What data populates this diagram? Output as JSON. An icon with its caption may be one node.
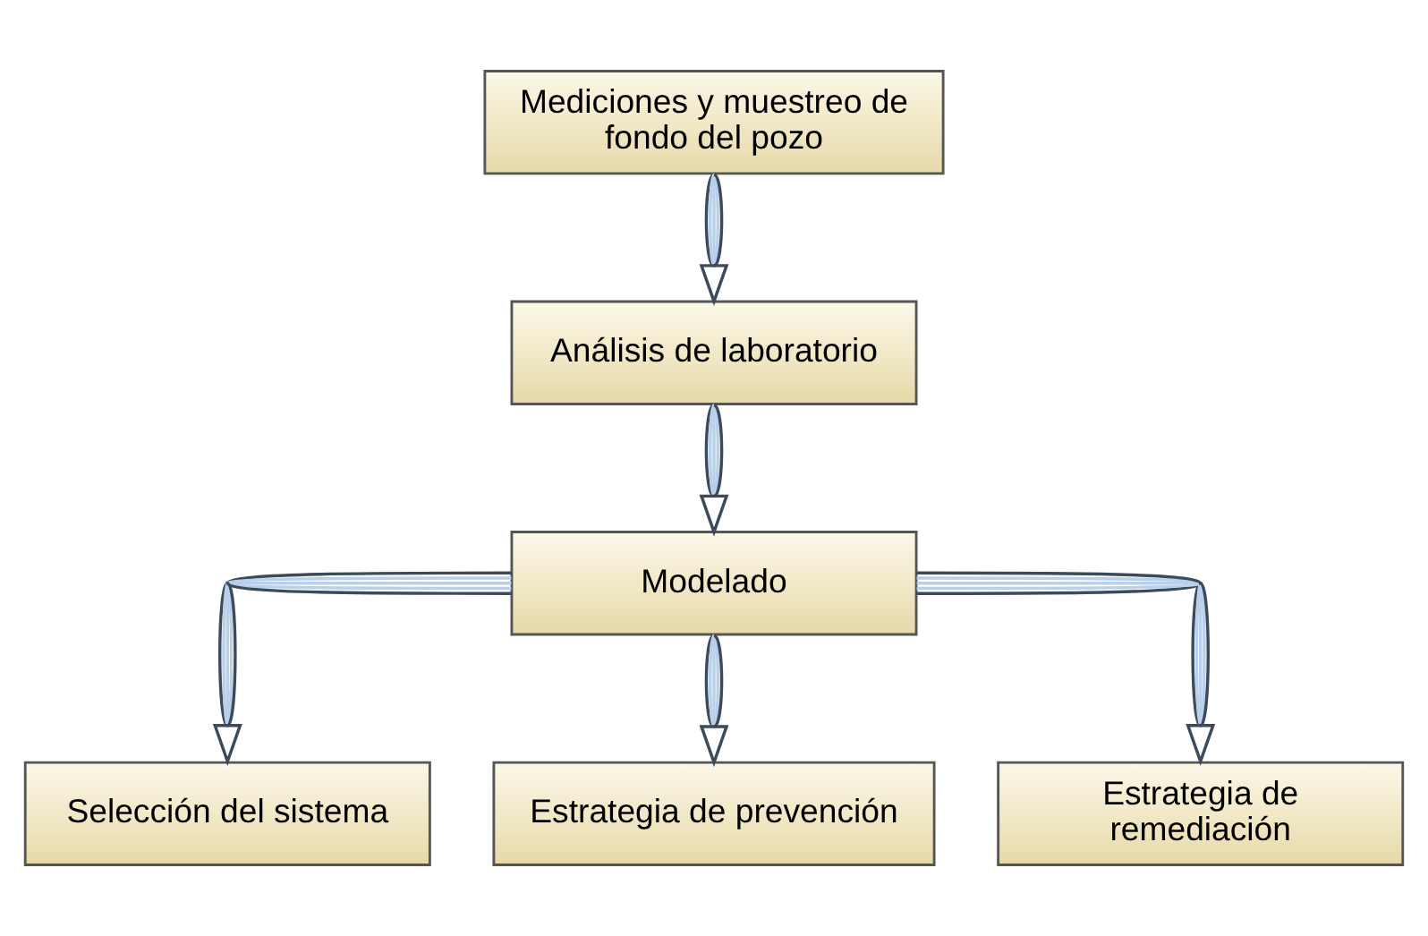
{
  "diagram": {
    "nodes": [
      {
        "text": [
          "Mediciones y muestreo de fondo del pozo"
        ]
      },
      {
        "text": [
          "Análisis de laboratorio"
        ]
      },
      {
        "text": [
          "Modelado"
        ]
      },
      {
        "text": [
          "Selección del sistema"
        ]
      },
      {
        "text": [
          "Estrategia de prevención"
        ]
      },
      {
        "text": [
          "Estrategia de remediación"
        ]
      }
    ],
    "edges": [
      {
        "from": 0,
        "to": 1,
        "arrow": "to"
      },
      {
        "from": 1,
        "to": 2,
        "arrow": "to"
      },
      {
        "from": 2,
        "to": 3,
        "arrow": "to"
      },
      {
        "from": 2,
        "to": 4,
        "arrow": "to"
      },
      {
        "from": 2,
        "to": 5,
        "arrow": "to"
      }
    ]
  }
}
